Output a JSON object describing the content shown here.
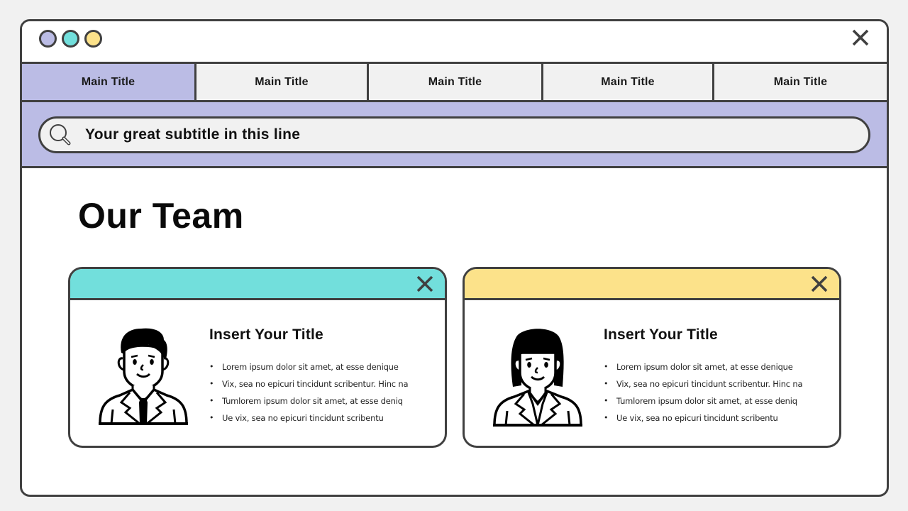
{
  "window": {
    "traffic_lights": [
      {
        "name": "lavender",
        "color": "#BBBCE5"
      },
      {
        "name": "cyan",
        "color": "#72DFDC"
      },
      {
        "name": "yellow",
        "color": "#FCE28A"
      }
    ],
    "close_icon": "close-icon"
  },
  "tabs": [
    {
      "label": "Main Title",
      "active": true
    },
    {
      "label": "Main Title",
      "active": false
    },
    {
      "label": "Main Title",
      "active": false
    },
    {
      "label": "Main Title",
      "active": false
    },
    {
      "label": "Main Title",
      "active": false
    }
  ],
  "search": {
    "icon": "search-icon",
    "text": "Your great subtitle in this line"
  },
  "page": {
    "title": "Our Team"
  },
  "cards": [
    {
      "header_color": "#72DFDC",
      "avatar": "male-avatar-icon",
      "title": "Insert Your Title",
      "bullets": [
        "Lorem  ipsum dolor sit amet, at esse denique",
        "Vix, sea no epicuri tincidunt scribentur. Hinc na",
        "Tumlorem  ipsum dolor sit amet,  at esse deniq",
        "Ue vix, sea no epicuri tincidunt scribentu"
      ]
    },
    {
      "header_color": "#FCE28A",
      "avatar": "female-avatar-icon",
      "title": "Insert Your Title",
      "bullets": [
        "Lorem  ipsum dolor sit amet, at esse denique",
        "Vix, sea no epicuri tincidunt scribentur. Hinc na",
        "Tumlorem  ipsum dolor sit amet,  at esse deniq",
        "Ue vix, sea no epicuri tincidunt scribentu"
      ]
    }
  ],
  "colors": {
    "border": "#404040",
    "accent_lavender": "#BBBCE5",
    "accent_cyan": "#72DFDC",
    "accent_yellow": "#FCE28A",
    "tab_bg": "#F1F1F1"
  }
}
